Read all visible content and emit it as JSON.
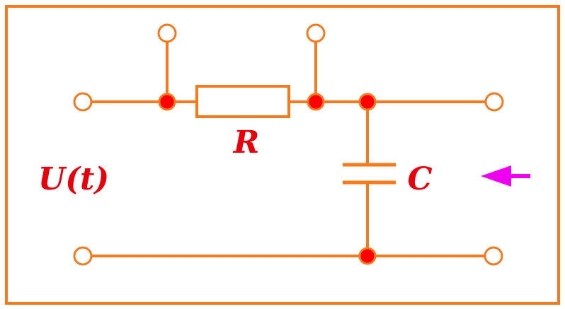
{
  "labels": {
    "resistor": "R",
    "capacitor": "C",
    "input": "U(t)"
  },
  "colors": {
    "wire": "#F57A1E",
    "node_fill": "#FF0000",
    "label": "#E8000B",
    "arrow": "#F000F0",
    "terminal_fill": "#FFFFFF"
  },
  "icons": {
    "arrow": "arrow-left-icon"
  }
}
